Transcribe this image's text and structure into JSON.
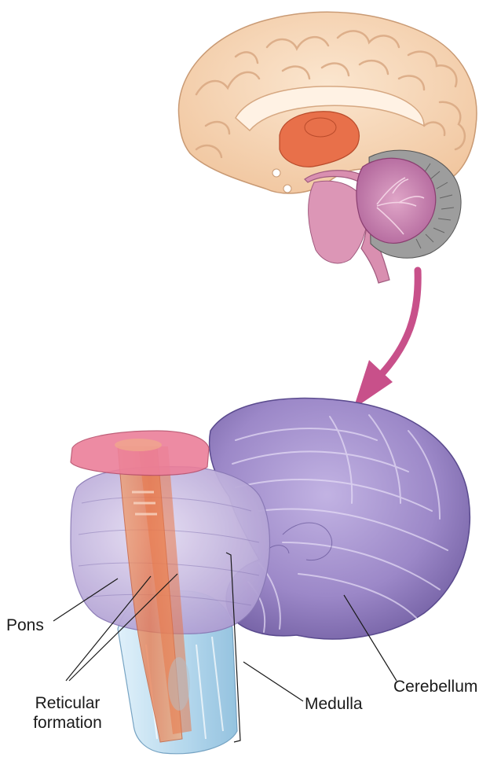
{
  "labels": {
    "pons": "Pons",
    "reticular_line1": "Reticular",
    "reticular_line2": "formation",
    "medulla": "Medulla",
    "cerebellum": "Cerebellum"
  },
  "colors": {
    "cortex": "#f6d2b0",
    "cortex_outline": "#c99a74",
    "thalamus": "#e8704a",
    "brainstem_pink": "#d98fb0",
    "cerebellum_small": "#c878a8",
    "cerebellum_grey": "#9a9a9a",
    "arrow": "#c8508a",
    "cerebellum_purple": "#9a86c6",
    "pons_lavender": "#cbbfe2",
    "reticular_orange": "#ec8a5a",
    "medulla_blue": "#bfe0f2",
    "cut_pink": "#ec7f9a"
  }
}
